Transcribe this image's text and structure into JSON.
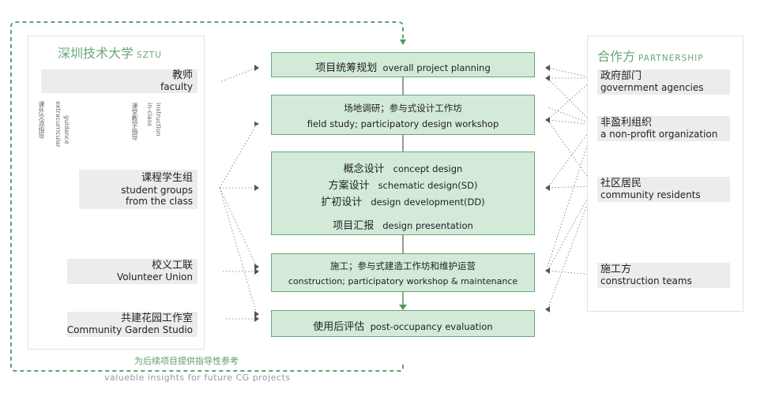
{
  "left_panel": {
    "title_cn": "深圳技术大学",
    "title_en": "SZTU",
    "faculty": {
      "cn": "教师",
      "en": "faculty"
    },
    "vtext1": [
      "课外交流指导",
      "extracurricular",
      "guidance"
    ],
    "vtext2": [
      "课堂教学指导",
      "in-class",
      "instruction"
    ],
    "student": {
      "cn": "课程学生组",
      "en1": "student groups",
      "en2": "from the class"
    },
    "volunteer": {
      "cn": "校义工联",
      "en": "Volunteer Union"
    },
    "studio": {
      "cn": "共建花园工作室",
      "en": "Community Garden Studio"
    }
  },
  "right_panel": {
    "title_cn": "合作方",
    "title_en": "PARTNERSHIP",
    "items": [
      {
        "cn": "政府部门",
        "en": "government agencies"
      },
      {
        "cn": "非盈利组织",
        "en": "a non-profit organization"
      },
      {
        "cn": "社区居民",
        "en": "community residents"
      },
      {
        "cn": "施工方",
        "en": "construction teams"
      }
    ]
  },
  "steps": {
    "s1": {
      "cn": "项目统筹规划",
      "en": "overall project planning"
    },
    "s2": {
      "cn": "场地调研；参与式设计工作坊",
      "en": "field study; participatory design workshop"
    },
    "s3a": {
      "cn": "概念设计",
      "en": "concept design"
    },
    "s3b": {
      "cn": "方案设计",
      "en": "schematic design(SD)"
    },
    "s3c": {
      "cn": "扩初设计",
      "en": "design development(DD)"
    },
    "s3d": {
      "cn": "项目汇报",
      "en": "design presentation"
    },
    "s4": {
      "cn": "施工；参与式建造工作坊和维护运营",
      "en": "construction; participatory workshop & maintenance"
    },
    "s5": {
      "cn": "使用后评估",
      "en": "post-occupancy evaluation"
    }
  },
  "footer": {
    "cn": "为后续项目提供指导性参考",
    "en": "valueble insights for future CG projects"
  },
  "colors": {
    "accent": "#6aa77a",
    "box_fill": "#d3ead8",
    "grey": "#ececec"
  }
}
